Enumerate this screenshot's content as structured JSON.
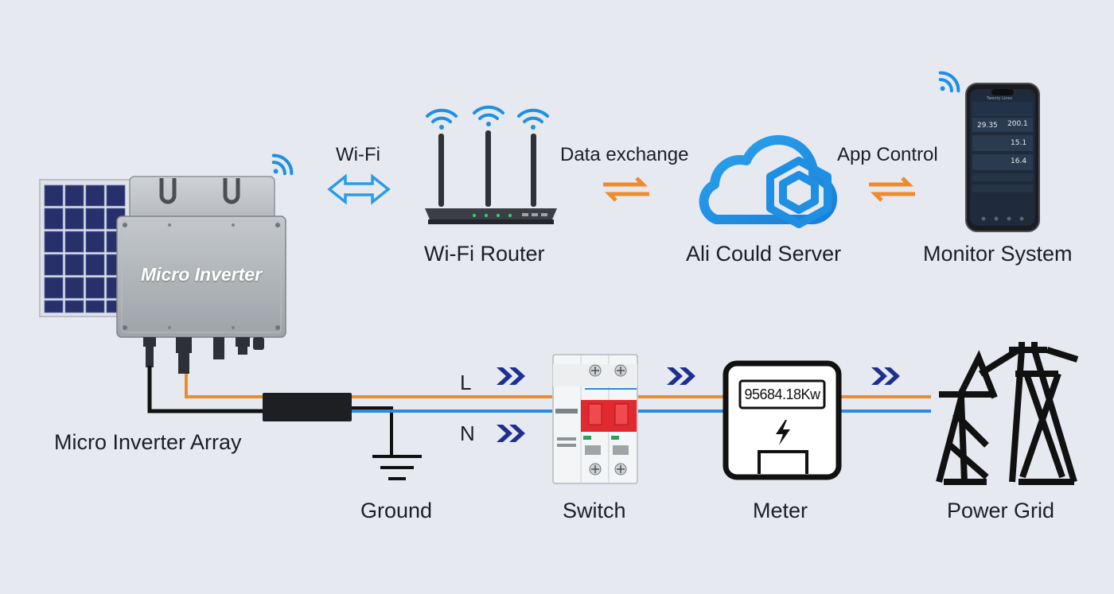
{
  "components": {
    "micro_inverter_title": "Micro Inverter",
    "micro_inverter_array": "Micro Inverter Array",
    "wifi_router": "Wi-Fi Router",
    "cloud_server": "Ali Could Server",
    "monitor_system": "Monitor System",
    "ground": "Ground",
    "switch": "Switch",
    "meter": "Meter",
    "power_grid": "Power Grid"
  },
  "links": {
    "wifi": "Wi-Fi",
    "data_exchange": "Data exchange",
    "app_control": "App Control"
  },
  "lines": {
    "live": "L",
    "neutral": "N"
  },
  "meter_reading": "95684.18Kw",
  "phone": {
    "header": "Twenty Lines",
    "value_1": "29.35",
    "value_2": "200.1",
    "value_3": "15.1",
    "value_4": "16.4"
  },
  "colors": {
    "wifi_blue": "#1f8fe3",
    "live_orange": "#f08b2c",
    "neutral_blue": "#2c8ae0",
    "chevron_navy": "#1f2f8f",
    "breaker_red": "#e12a2f"
  }
}
